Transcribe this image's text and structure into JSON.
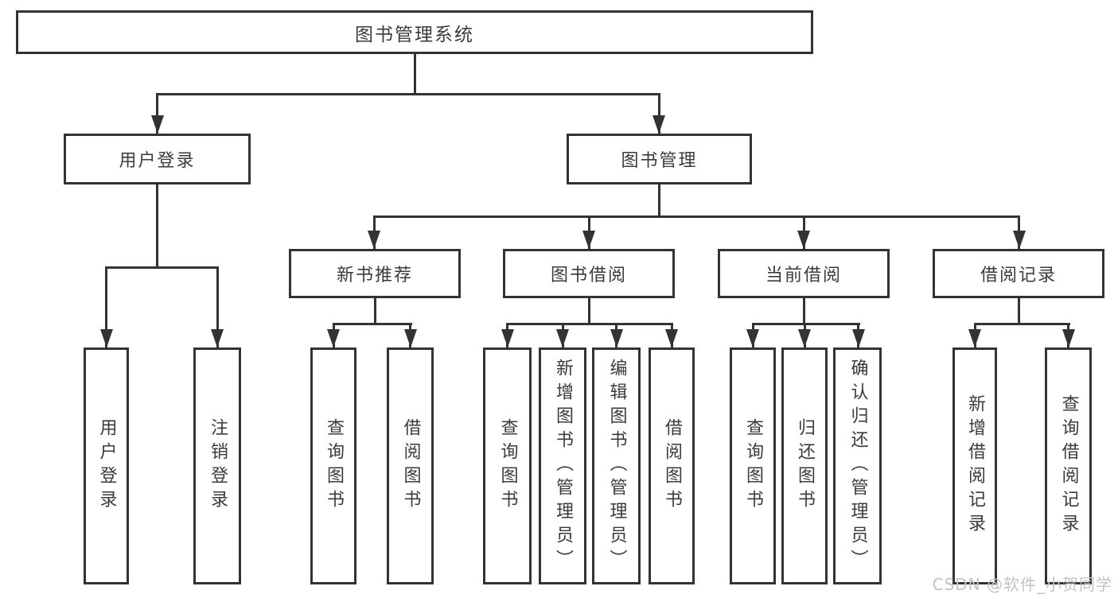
{
  "title": "图书管理系统",
  "level2": [
    {
      "label": "用户登录"
    },
    {
      "label": "图书管理"
    }
  ],
  "level3": [
    {
      "label": "新书推荐"
    },
    {
      "label": "图书借阅"
    },
    {
      "label": "当前借阅"
    },
    {
      "label": "借阅记录"
    }
  ],
  "leaves": {
    "user_login": [
      "用户登录",
      "注销登录"
    ],
    "new_books": [
      "查询图书",
      "借阅图书"
    ],
    "book_borrowing": [
      "查询图书",
      "新增图书（管理员）",
      "编辑图书（管理员）",
      "借阅图书"
    ],
    "current_borrowing": [
      "查询图书",
      "归还图书",
      "确认归还（管理员）"
    ],
    "borrowing_records": [
      "新增借阅记录",
      "查询借阅记录"
    ]
  },
  "watermark": "CSDN @软件_小贺同学",
  "colors": {
    "line": "#333333",
    "text": "#3b3b3b",
    "background": "#ffffff",
    "watermark": "#c3c3c3"
  }
}
